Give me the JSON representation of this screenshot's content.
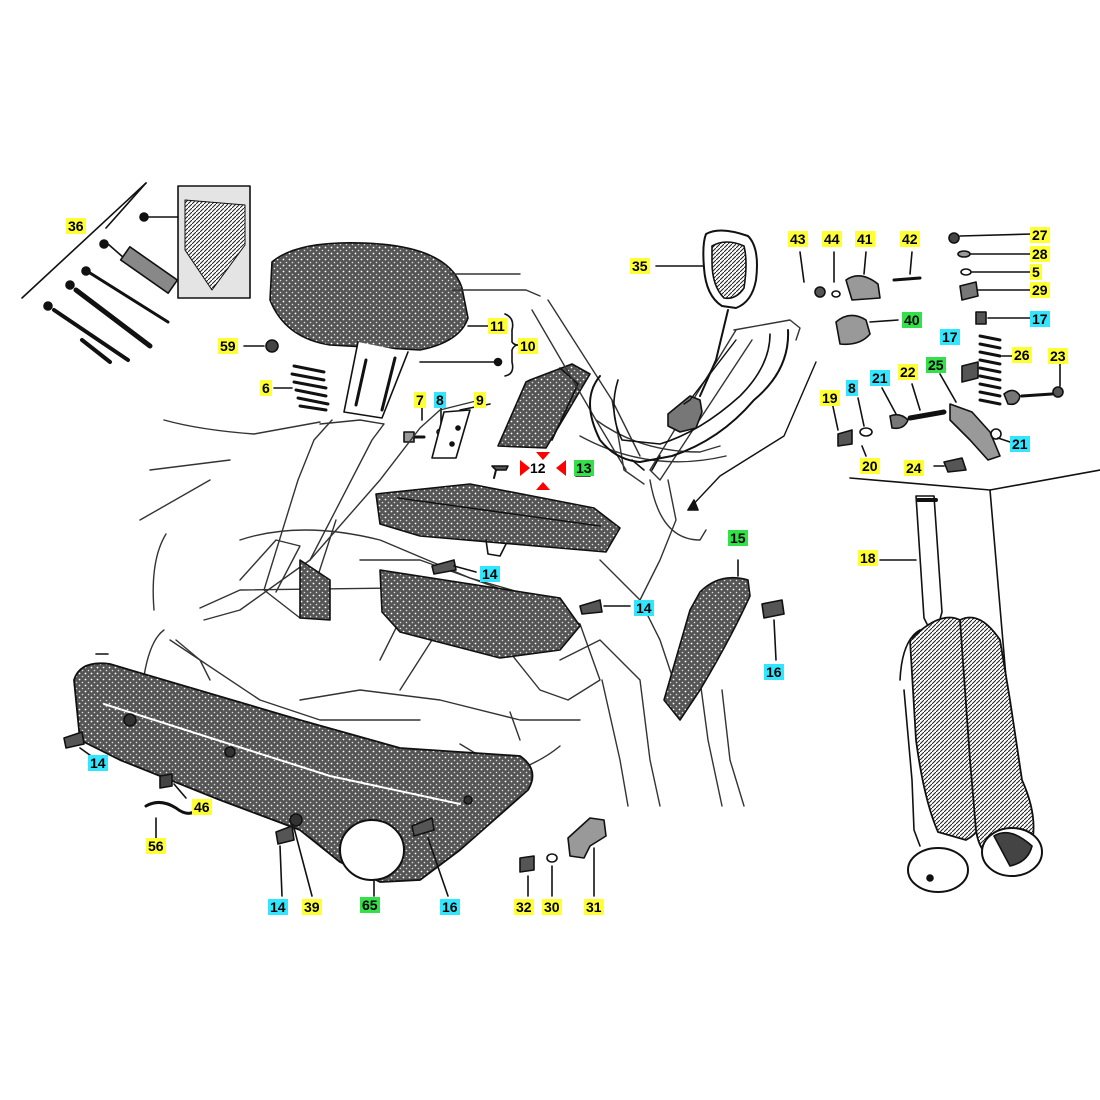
{
  "colors": {
    "yellow": "#ffff33",
    "cyan": "#33e6ff",
    "green": "#33e04a",
    "red_marker": "#ff0000",
    "ink": "#111111"
  },
  "parts": [
    {
      "id": "p36",
      "label": "36",
      "hl": "yellow"
    },
    {
      "id": "p35",
      "label": "35",
      "hl": "yellow"
    },
    {
      "id": "p43",
      "label": "43",
      "hl": "yellow"
    },
    {
      "id": "p44",
      "label": "44",
      "hl": "yellow"
    },
    {
      "id": "p41",
      "label": "41",
      "hl": "yellow"
    },
    {
      "id": "p42",
      "label": "42",
      "hl": "yellow"
    },
    {
      "id": "p27",
      "label": "27",
      "hl": "yellow"
    },
    {
      "id": "p28",
      "label": "28",
      "hl": "yellow"
    },
    {
      "id": "p5",
      "label": "5",
      "hl": "yellow"
    },
    {
      "id": "p29",
      "label": "29",
      "hl": "yellow"
    },
    {
      "id": "p40",
      "label": "40",
      "hl": "green"
    },
    {
      "id": "p17a",
      "label": "17",
      "hl": "cyan"
    },
    {
      "id": "p17b",
      "label": "17",
      "hl": "cyan"
    },
    {
      "id": "p25",
      "label": "25",
      "hl": "green"
    },
    {
      "id": "p26",
      "label": "26",
      "hl": "yellow"
    },
    {
      "id": "p23",
      "label": "23",
      "hl": "yellow"
    },
    {
      "id": "p11",
      "label": "11",
      "hl": "yellow"
    },
    {
      "id": "p10",
      "label": "10",
      "hl": "yellow"
    },
    {
      "id": "p59",
      "label": "59",
      "hl": "yellow"
    },
    {
      "id": "p6",
      "label": "6",
      "hl": "yellow"
    },
    {
      "id": "p7",
      "label": "7",
      "hl": "yellow"
    },
    {
      "id": "p8a",
      "label": "8",
      "hl": "cyan"
    },
    {
      "id": "p9",
      "label": "9",
      "hl": "yellow"
    },
    {
      "id": "p12",
      "label": "12",
      "hl": "red"
    },
    {
      "id": "p13",
      "label": "13",
      "hl": "green"
    },
    {
      "id": "p8b",
      "label": "8",
      "hl": "cyan"
    },
    {
      "id": "p19",
      "label": "19",
      "hl": "yellow"
    },
    {
      "id": "p21a",
      "label": "21",
      "hl": "cyan"
    },
    {
      "id": "p22",
      "label": "22",
      "hl": "yellow"
    },
    {
      "id": "p21b",
      "label": "21",
      "hl": "cyan"
    },
    {
      "id": "p20",
      "label": "20",
      "hl": "yellow"
    },
    {
      "id": "p24",
      "label": "24",
      "hl": "yellow"
    },
    {
      "id": "p18",
      "label": "18",
      "hl": "yellow"
    },
    {
      "id": "p15",
      "label": "15",
      "hl": "green"
    },
    {
      "id": "p14a",
      "label": "14",
      "hl": "cyan"
    },
    {
      "id": "p14b",
      "label": "14",
      "hl": "cyan"
    },
    {
      "id": "p16a",
      "label": "16",
      "hl": "cyan"
    },
    {
      "id": "p14c",
      "label": "14",
      "hl": "cyan"
    },
    {
      "id": "p46",
      "label": "46",
      "hl": "yellow"
    },
    {
      "id": "p56",
      "label": "56",
      "hl": "yellow"
    },
    {
      "id": "p14d",
      "label": "14",
      "hl": "cyan"
    },
    {
      "id": "p39",
      "label": "39",
      "hl": "yellow"
    },
    {
      "id": "p65",
      "label": "65",
      "hl": "green"
    },
    {
      "id": "p16b",
      "label": "16",
      "hl": "cyan"
    },
    {
      "id": "p32",
      "label": "32",
      "hl": "yellow"
    },
    {
      "id": "p30",
      "label": "30",
      "hl": "yellow"
    },
    {
      "id": "p31",
      "label": "31",
      "hl": "yellow"
    }
  ]
}
